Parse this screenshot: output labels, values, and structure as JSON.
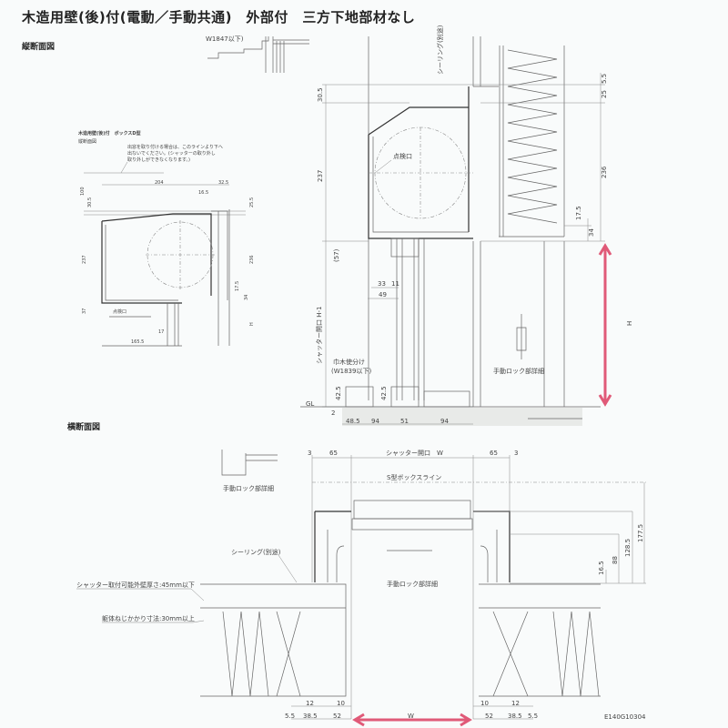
{
  "title": "木造用壁(後)付(電動／手動共通)　外部付　三方下地部材なし",
  "vertical_section": {
    "label": "縦断面図",
    "top_note": "W1847以下)",
    "inspection_port": "点検口",
    "sealing": "シーリング(別途)",
    "dims_left": [
      "30.5",
      "237"
    ],
    "dims_right": [
      "5.5",
      "25",
      "236",
      "17.5",
      "34"
    ],
    "dim_57": "(57)",
    "dim_33": "33",
    "dim_11": "11",
    "dim_49": "49",
    "opening_height": "シャッター開口 H-1",
    "height": "H",
    "manual_lock": "手動ロック部詳細",
    "baseboard": "巾木使分け",
    "baseboard_sub": "(W1839以下)",
    "dims_42": [
      "42.5",
      "42.5"
    ],
    "gl": "GL",
    "dim_2": "2",
    "dims_bottom": [
      "48.5",
      "94",
      "51",
      "94"
    ]
  },
  "inset": {
    "title": "木造用壁(後)付　ボックスD型",
    "label": "縦断面図",
    "note": [
      "出窓を取り付ける場合は、このラインより下へ",
      "出ないでください。(シャッターの取り外し",
      "取り外しができなくなります。)"
    ],
    "dims": {
      "width": "204",
      "right": "32.5",
      "d16": "16.5",
      "d100": "100",
      "d30": "30.5",
      "d237": "237",
      "d236": "236",
      "d25": "25.5",
      "d17": "17.5",
      "d34": "34",
      "d37": "37",
      "d165": "165.5",
      "d17b": "17",
      "h": "H",
      "port": "点検口"
    }
  },
  "horizontal_section": {
    "label": "横断面図",
    "manual_lock_small": "手動ロック部詳細",
    "top_dims": [
      "3",
      "65",
      "シャッター開口　W",
      "65",
      "3"
    ],
    "box_line": "S型ボックスライン",
    "sealing": "シーリング(別途)",
    "wall_thickness": "シャッター取付可能外壁厚さ:45mm以下",
    "screw_depth": "躯体ねじかかり寸法:30mm以上",
    "manual_lock": "手動ロック部詳細",
    "right_dims": [
      "16.5",
      "88",
      "128.5",
      "177.5"
    ],
    "row1": [
      "12",
      "10",
      "10",
      "12"
    ],
    "row2": [
      "5.5",
      "38.5",
      "52",
      "W",
      "52",
      "38.5",
      "5.5"
    ],
    "drawing_no": "E140G10304"
  },
  "colors": {
    "accent_arrow": "#e05a78",
    "line": "#666666"
  }
}
